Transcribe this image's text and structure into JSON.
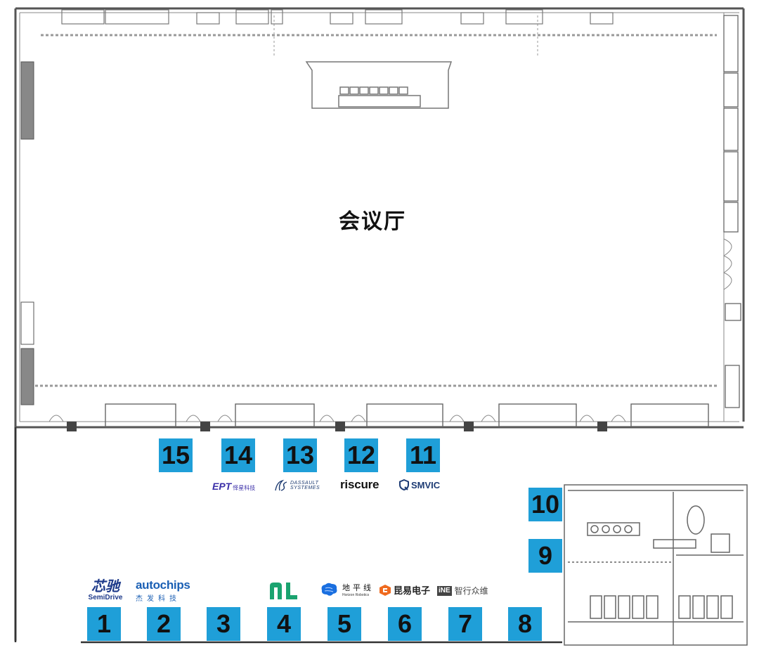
{
  "hall": {
    "title": "会议厅"
  },
  "booths": [
    {
      "number": "1"
    },
    {
      "number": "2"
    },
    {
      "number": "3"
    },
    {
      "number": "4"
    },
    {
      "number": "5"
    },
    {
      "number": "6"
    },
    {
      "number": "7"
    },
    {
      "number": "8"
    },
    {
      "number": "9"
    },
    {
      "number": "10"
    },
    {
      "number": "11"
    },
    {
      "number": "12"
    },
    {
      "number": "13"
    },
    {
      "number": "14"
    },
    {
      "number": "15"
    }
  ],
  "logos": {
    "semidrive": {
      "cn": "芯驰",
      "en": "SemiDrive"
    },
    "autochips": {
      "en": "autochips",
      "cn": "杰发科技"
    },
    "ni": {
      "en": "ni"
    },
    "horizon": {
      "cn": "地平线",
      "en": "Horizon Robotics"
    },
    "kunyi": {
      "cn": "昆易电子"
    },
    "zhixing": {
      "badge": "iNE",
      "cn": "智行众维"
    },
    "ept": {
      "en": "EPT",
      "cn": "怿星科技"
    },
    "dassault": {
      "line1": "DASSAULT",
      "line2": "SYSTEMES"
    },
    "riscure": {
      "en": "riscure"
    },
    "smvic": {
      "en": "SMVIC"
    }
  },
  "colors": {
    "booth_badge": "#1f9fd8",
    "wall": "#555555",
    "ni_green": "#1aa36f",
    "horizon_blue": "#1a6fe0",
    "kunyi_orange": "#ef6a1e"
  }
}
